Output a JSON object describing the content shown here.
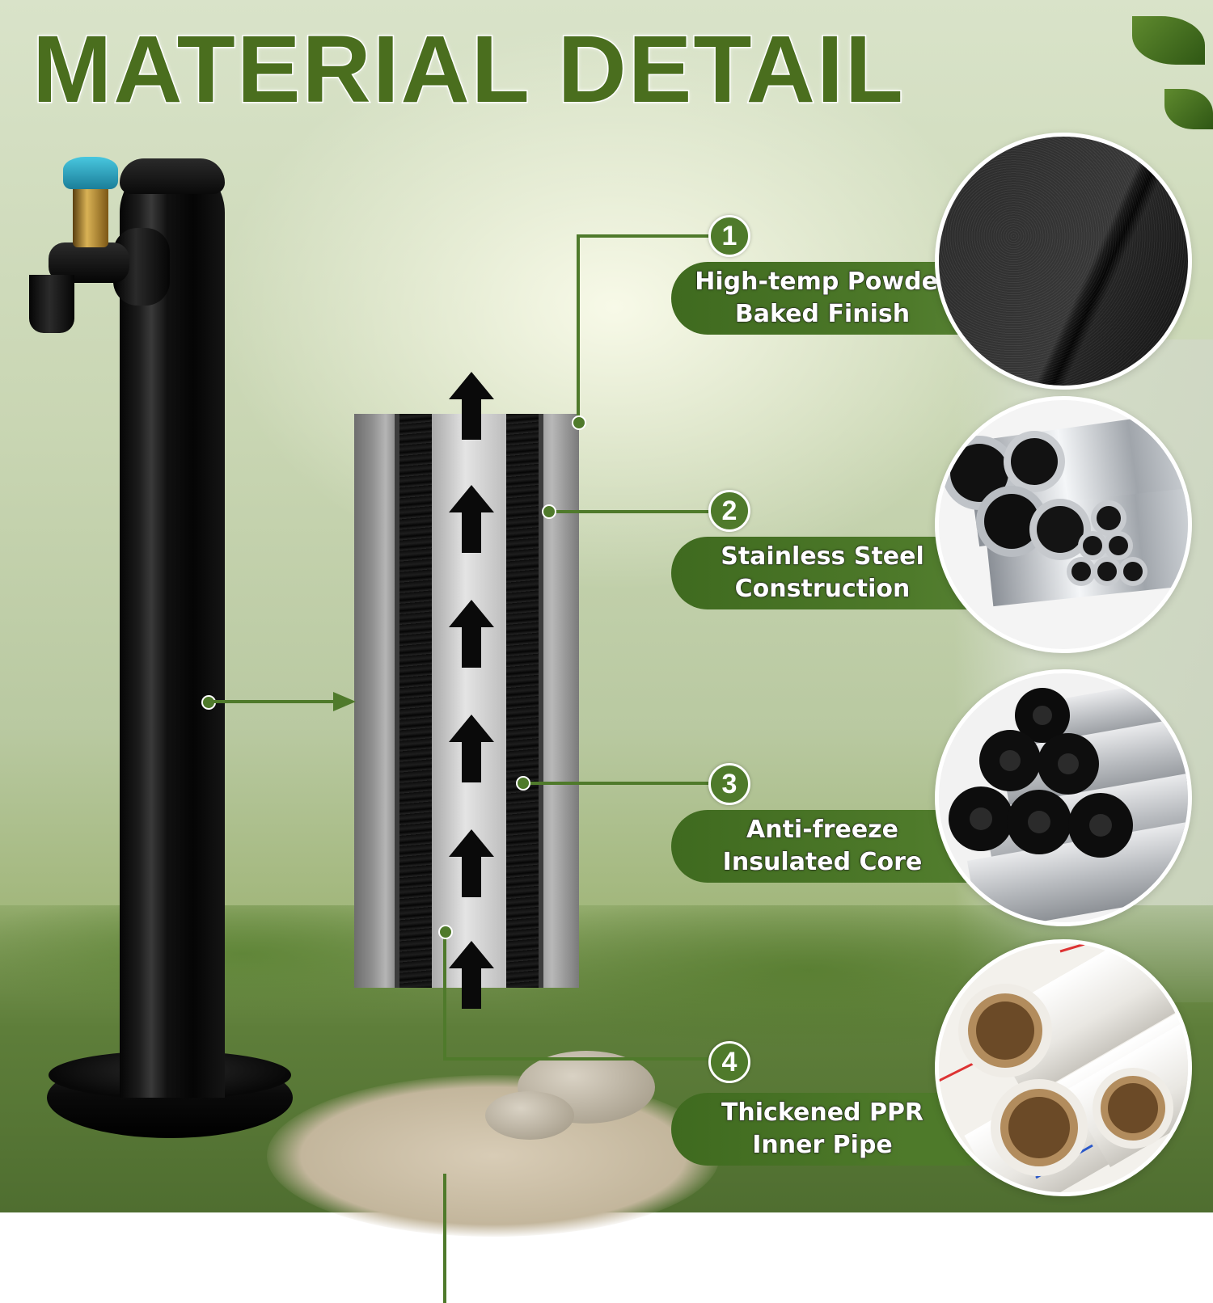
{
  "title": "MATERIAL DETAIL",
  "colors": {
    "accent": "#4f7a2b",
    "title": "#4a6e1e"
  },
  "callouts": [
    {
      "number": "1",
      "label": "High-temp Powder\nBaked Finish",
      "image_icon": "powder-coat-texture-icon"
    },
    {
      "number": "2",
      "label": "Stainless Steel\nConstruction",
      "image_icon": "steel-tubes-icon"
    },
    {
      "number": "3",
      "label": "Anti-freeze\nInsulated Core",
      "image_icon": "foam-insulation-icon"
    },
    {
      "number": "4",
      "label": "Thickened PPR\nInner Pipe",
      "image_icon": "ppr-pipes-icon"
    }
  ]
}
